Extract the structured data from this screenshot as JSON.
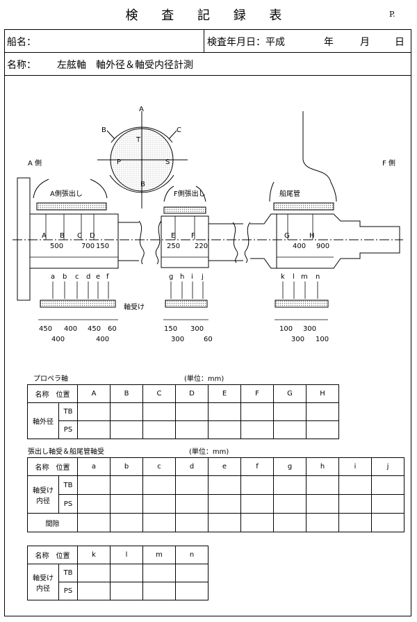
{
  "header": {
    "title": "検 査 記 録 表",
    "page_no": "P."
  },
  "info": {
    "ship_label": "船名：",
    "date_label": "検査年月日：平成",
    "year": "年",
    "month": "月",
    "day": "日",
    "name_label": "名称：",
    "name_value": "左舷軸　軸外径＆軸受内径計測"
  },
  "drawing": {
    "side_a": "A 側",
    "side_f": "F 側",
    "a_overhang": "A側張出し",
    "f_overhang": "F側張出し",
    "stern_tube": "船尾管",
    "bearing": "軸受け",
    "dir_top": "A",
    "dir_left": "B",
    "dir_right": "C",
    "circle_t": "T",
    "circle_b": "B",
    "circle_p": "P",
    "circle_s": "S",
    "shaft_points": [
      "A",
      "B",
      "C",
      "D",
      "E",
      "F",
      "G",
      "H"
    ],
    "shaft_dims": [
      "500",
      "700",
      "150",
      "250",
      "220",
      "400",
      "900"
    ],
    "bearing_points": [
      "a",
      "b",
      "c",
      "d",
      "e",
      "f",
      "g",
      "h",
      "i",
      "j",
      "k",
      "l",
      "m",
      "n"
    ],
    "dims_top_left": [
      "450",
      "400",
      "450",
      "60"
    ],
    "dims_bot_left": [
      "400",
      "400"
    ],
    "dims_top_mid": [
      "150",
      "300"
    ],
    "dims_bot_mid": [
      "300",
      "60"
    ],
    "dims_top_right": [
      "100",
      "300"
    ],
    "dims_bot_right": [
      "300",
      "100"
    ]
  },
  "table1": {
    "section": "プロペラ軸",
    "unit": "(単位：mm)",
    "name_hdr": "名称",
    "pos_hdr": "位置",
    "cols": [
      "A",
      "B",
      "C",
      "D",
      "E",
      "F",
      "G",
      "H"
    ],
    "row_group": "軸外径",
    "rows": [
      "TB",
      "PS"
    ]
  },
  "table2": {
    "section": "張出し軸受＆船尾管軸受",
    "unit": "(単位：mm)",
    "name_hdr": "名称",
    "pos_hdr": "位置",
    "cols": [
      "a",
      "b",
      "c",
      "d",
      "e",
      "f",
      "g",
      "h",
      "i",
      "j"
    ],
    "row_group": "軸受け\n内径",
    "rows": [
      "TB",
      "PS"
    ],
    "clearance": "間隙"
  },
  "table3": {
    "name_hdr": "名称",
    "pos_hdr": "位置",
    "cols": [
      "k",
      "l",
      "m",
      "n"
    ],
    "row_group": "軸受け\n内径",
    "rows": [
      "TB",
      "PS"
    ]
  }
}
